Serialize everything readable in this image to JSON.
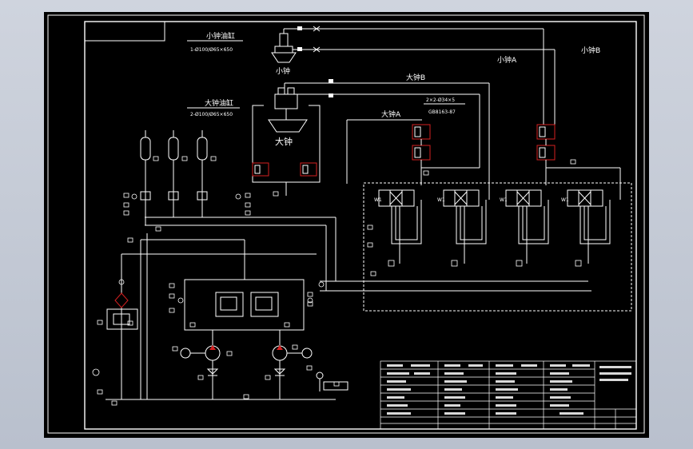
{
  "sheet": {
    "background": "#000000",
    "line_color": "#ffffff",
    "valve_accent": "#d42020"
  },
  "labels": {
    "small_cylinder_group": "小钟油缸",
    "small_cylinder_spec": "1-Ø100/Ø65×650",
    "big_cylinder_group": "大钟油缸",
    "big_cylinder_spec": "2-Ø100/Ø65×650",
    "small_bell": "小钟",
    "big_bell": "大钟",
    "small_bell_a": "小钟A",
    "small_bell_b": "小钟B",
    "big_bell_a": "大钟A",
    "big_bell_b": "大钟B",
    "pipe_spec": "2×2-Ø34×5",
    "pipe_standard": "GB8163-87"
  },
  "parts": {
    "dv1": "W1",
    "dv2": "W1",
    "dv3": "W1",
    "dv4": "W1"
  }
}
